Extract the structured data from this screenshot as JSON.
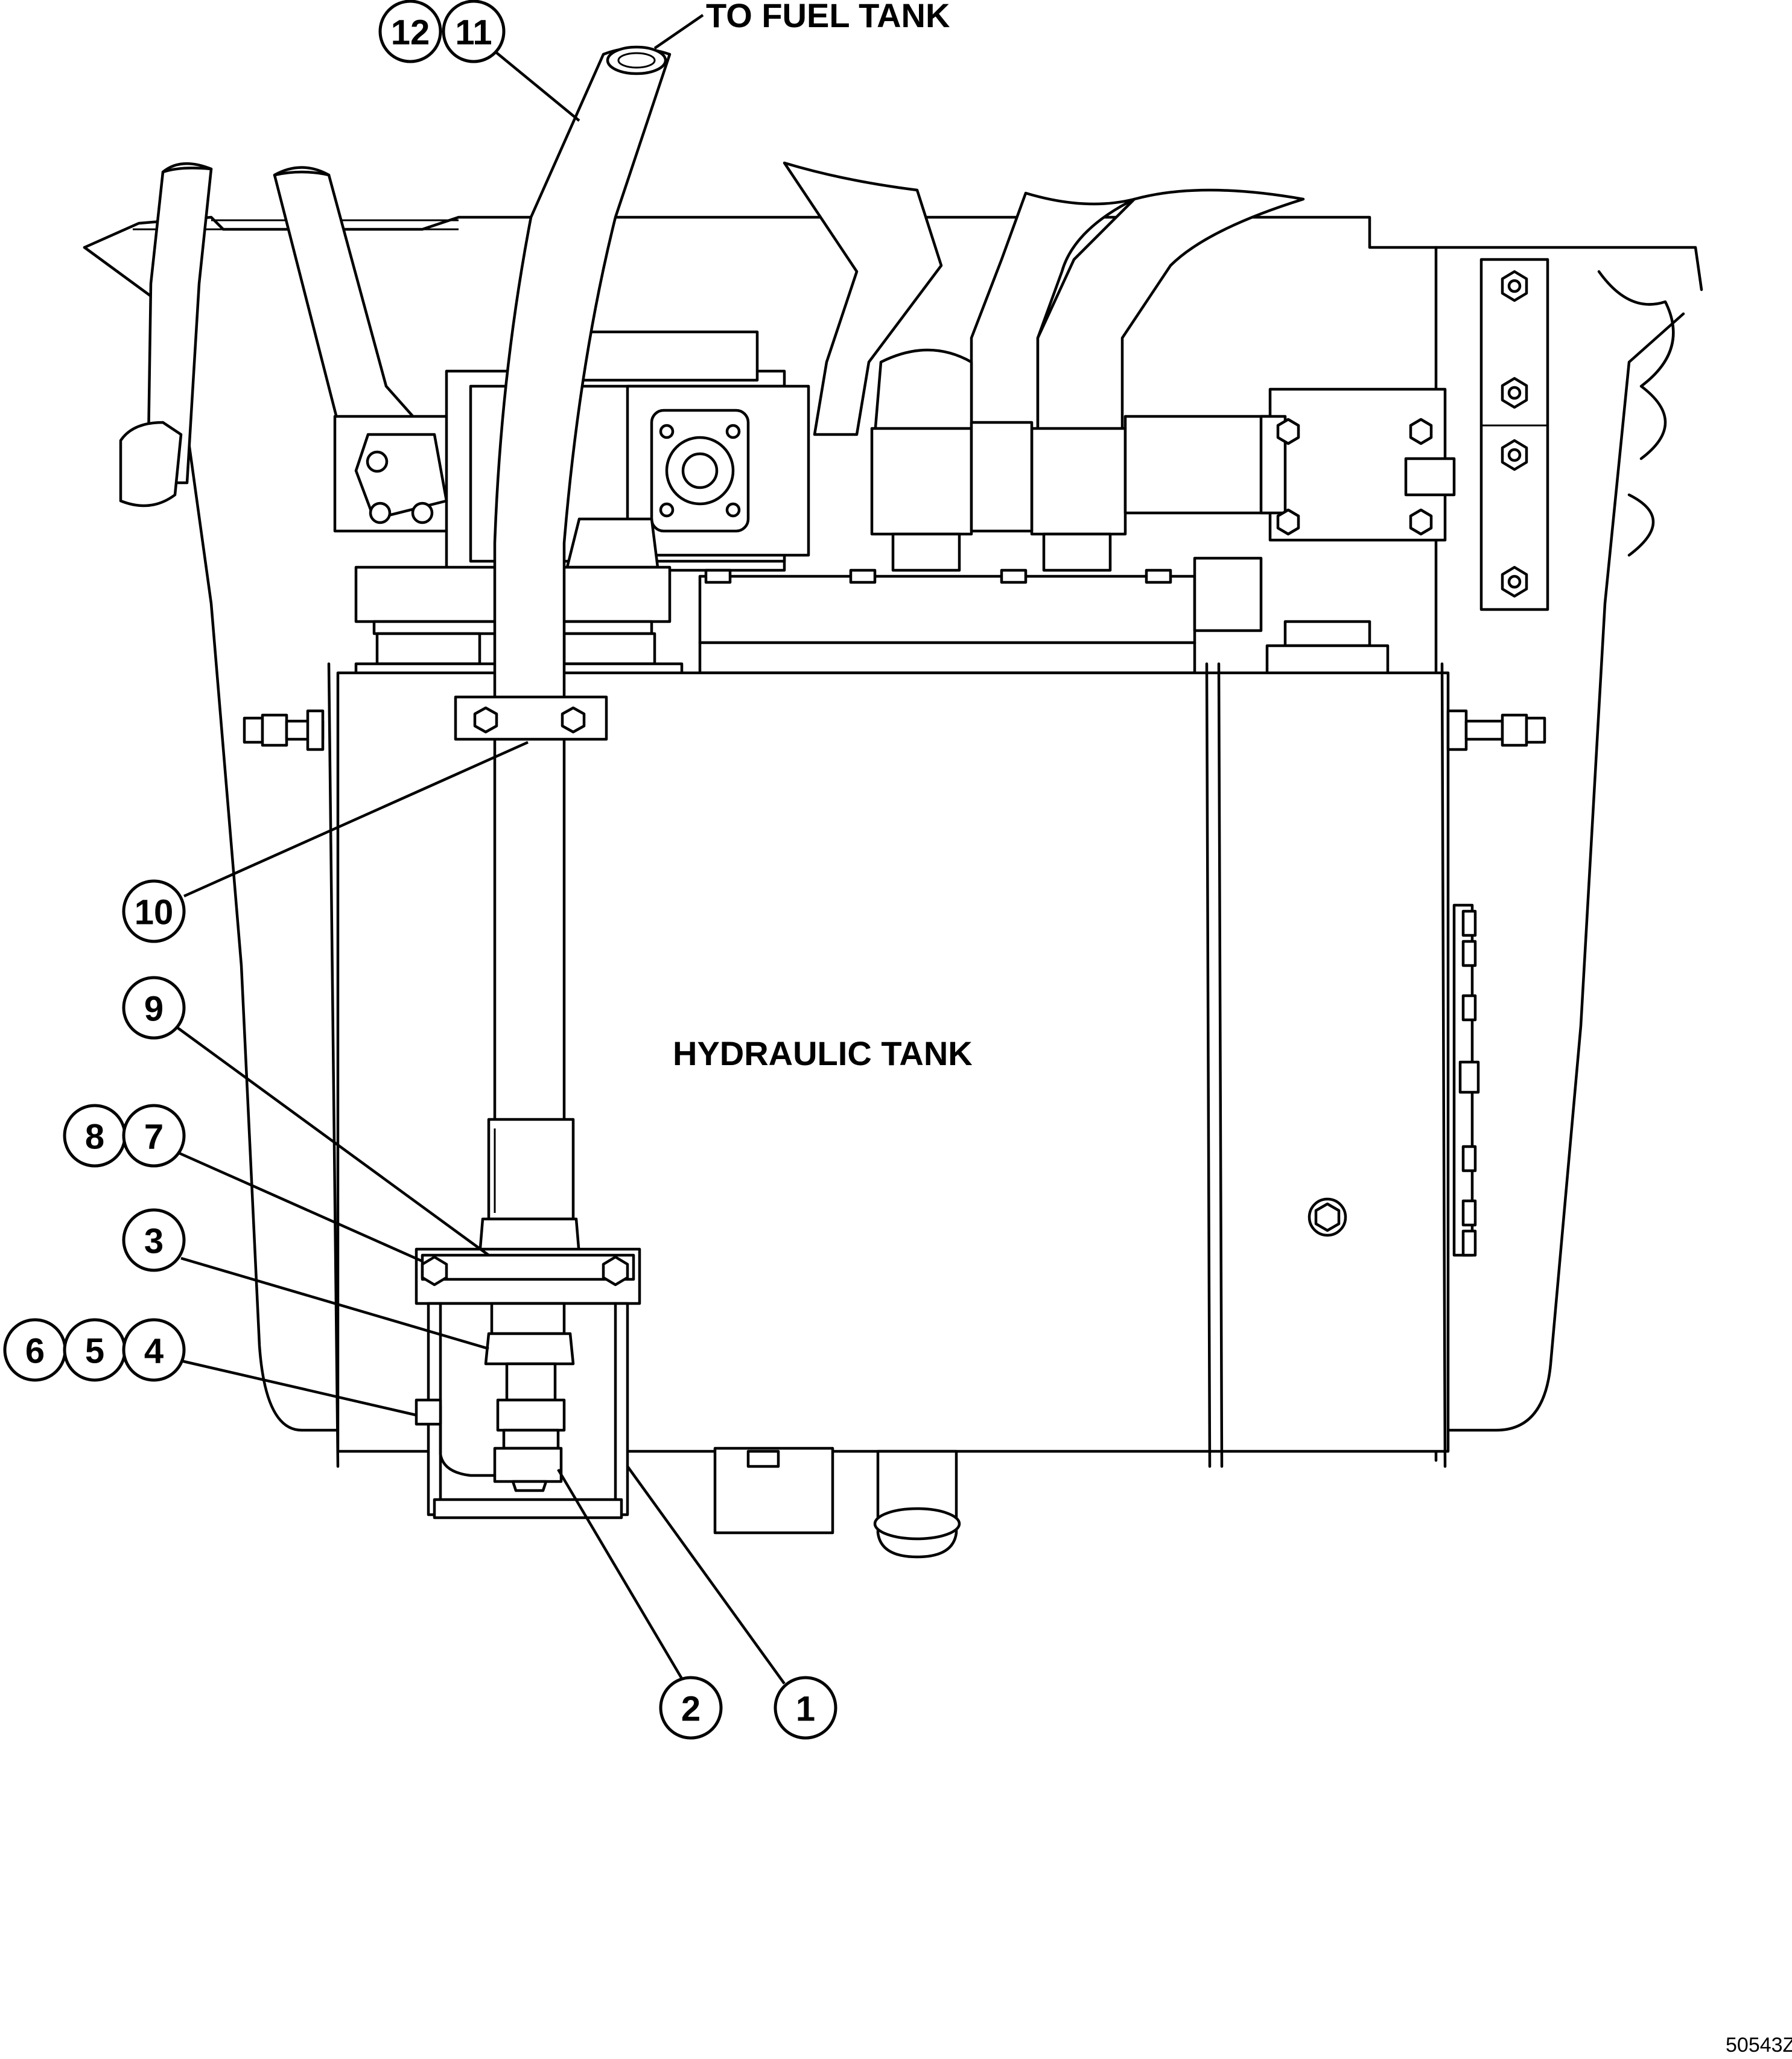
{
  "labels": {
    "to_fuel_tank": "TO FUEL TANK",
    "hydraulic_tank": "HYDRAULIC TANK",
    "figure_number": "50543Z"
  },
  "callouts": {
    "c1": "1",
    "c2": "2",
    "c3": "3",
    "c4": "4",
    "c5": "5",
    "c6": "6",
    "c7": "7",
    "c8": "8",
    "c9": "9",
    "c10": "10",
    "c11": "11",
    "c12": "12"
  }
}
